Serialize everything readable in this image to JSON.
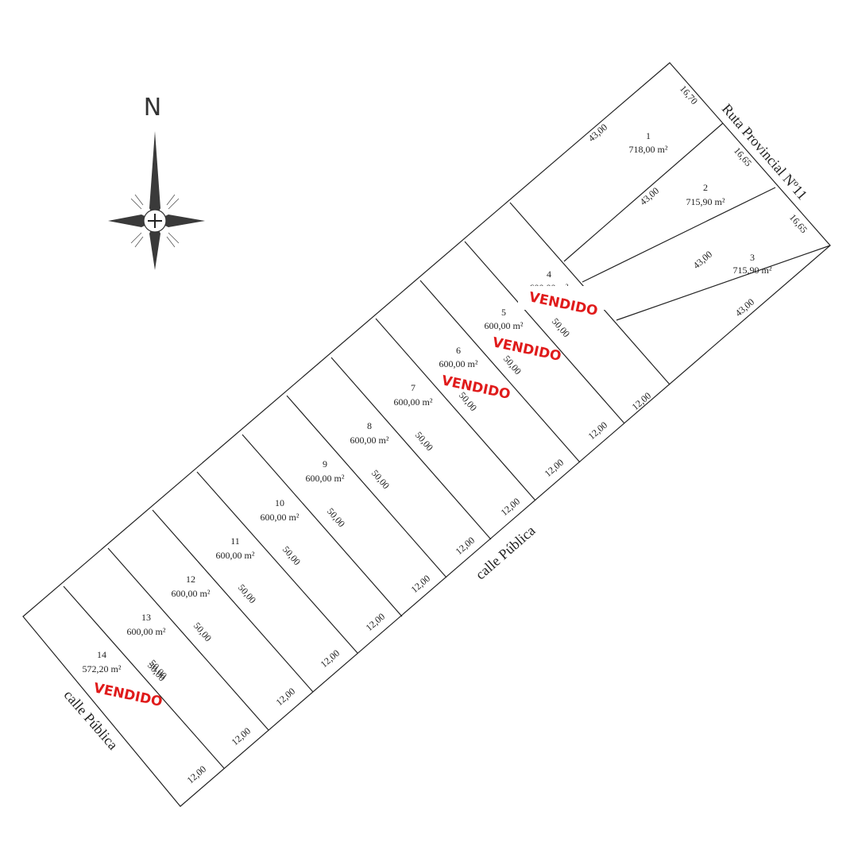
{
  "north_label": "N",
  "streets": {
    "ruta": "Ruta Provincial Nº11",
    "calle_front": "calle Pública",
    "calle_side": "calle Pública"
  },
  "sold_label": "VENDIDO",
  "colors": {
    "sold": "#e01b1b",
    "line": "#222222"
  },
  "lots": [
    {
      "num": "1",
      "area": "718,00 m²",
      "sold": false,
      "dims": {
        "front": "16,70",
        "side": "43,00"
      }
    },
    {
      "num": "2",
      "area": "715,90 m²",
      "sold": false,
      "dims": {
        "front": "16,65",
        "side": "43,00"
      }
    },
    {
      "num": "3",
      "area": "715,90 m²",
      "sold": false,
      "dims": {
        "front": "16,65",
        "side": "43,00",
        "back": "43,00"
      }
    },
    {
      "num": "4",
      "area": "600,00 m²",
      "sold": true,
      "dims": {
        "side": "50,00",
        "front": "12,00"
      }
    },
    {
      "num": "5",
      "area": "600,00 m²",
      "sold": true,
      "dims": {
        "side": "50,00",
        "front": "12,00"
      }
    },
    {
      "num": "6",
      "area": "600,00 m²",
      "sold": true,
      "dims": {
        "side": "50,00",
        "front": "12,00"
      }
    },
    {
      "num": "7",
      "area": "600,00 m²",
      "sold": false,
      "dims": {
        "side": "50,00",
        "front": "12,00"
      }
    },
    {
      "num": "8",
      "area": "600,00 m²",
      "sold": false,
      "dims": {
        "side": "50,00",
        "front": "12,00"
      }
    },
    {
      "num": "9",
      "area": "600,00 m²",
      "sold": false,
      "dims": {
        "side": "50,00",
        "front": "12,00"
      }
    },
    {
      "num": "10",
      "area": "600,00 m²",
      "sold": false,
      "dims": {
        "side": "50,00",
        "front": "12,00"
      }
    },
    {
      "num": "11",
      "area": "600,00 m²",
      "sold": false,
      "dims": {
        "side": "50,00",
        "front": "12,00"
      }
    },
    {
      "num": "12",
      "area": "600,00 m²",
      "sold": false,
      "dims": {
        "side": "50,00",
        "front": "12,00"
      }
    },
    {
      "num": "13",
      "area": "600,00 m²",
      "sold": false,
      "dims": {
        "side": "50,00",
        "front": "12,00"
      }
    },
    {
      "num": "14",
      "area": "572,20 m²",
      "sold": true,
      "dims": {
        "side": "50,00",
        "front": "12,00"
      }
    }
  ]
}
